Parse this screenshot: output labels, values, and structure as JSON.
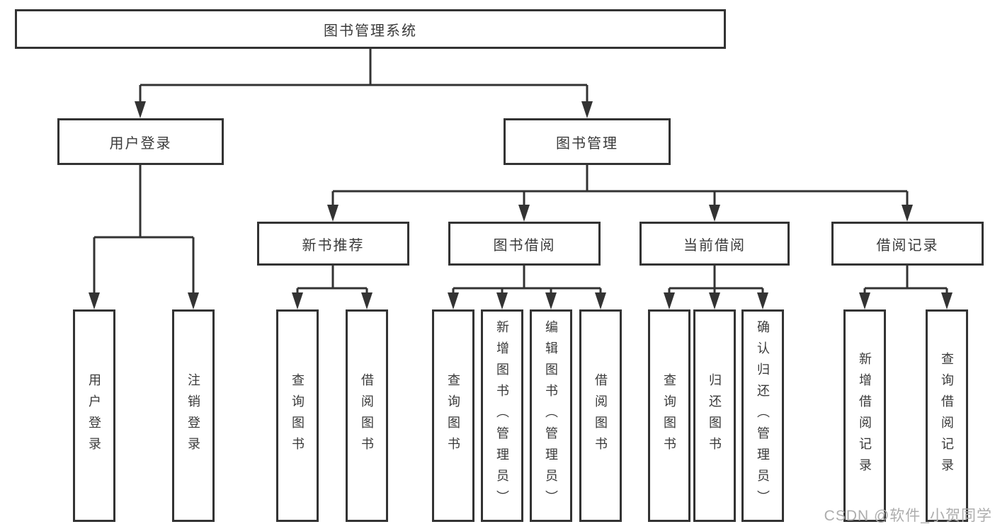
{
  "diagram": {
    "tree": {
      "label": "图书管理系统",
      "children": [
        {
          "label": "用户登录",
          "children": [
            {
              "label": "用户登录"
            },
            {
              "label": "注销登录"
            }
          ]
        },
        {
          "label": "图书管理",
          "children": [
            {
              "label": "新书推荐",
              "children": [
                {
                  "label": "查询图书"
                },
                {
                  "label": "借阅图书"
                }
              ]
            },
            {
              "label": "图书借阅",
              "children": [
                {
                  "label": "查询图书"
                },
                {
                  "label": "新增图书（管理员）"
                },
                {
                  "label": "编辑图书（管理员）"
                },
                {
                  "label": "借阅图书"
                }
              ]
            },
            {
              "label": "当前借阅",
              "children": [
                {
                  "label": "查询图书"
                },
                {
                  "label": "归还图书"
                },
                {
                  "label": "确认归还（管理员）"
                }
              ]
            },
            {
              "label": "借阅记录",
              "children": [
                {
                  "label": "新增借阅记录"
                },
                {
                  "label": "查询借阅记录"
                }
              ]
            }
          ]
        }
      ]
    },
    "colors": {
      "line": "#333333",
      "box_border": "#333333",
      "box_fill": "#ffffff",
      "text": "#3a3a3a",
      "background": "#ffffff",
      "watermark": "#adadad"
    }
  },
  "watermark": {
    "text": "CSDN @软件_小贺同学"
  }
}
